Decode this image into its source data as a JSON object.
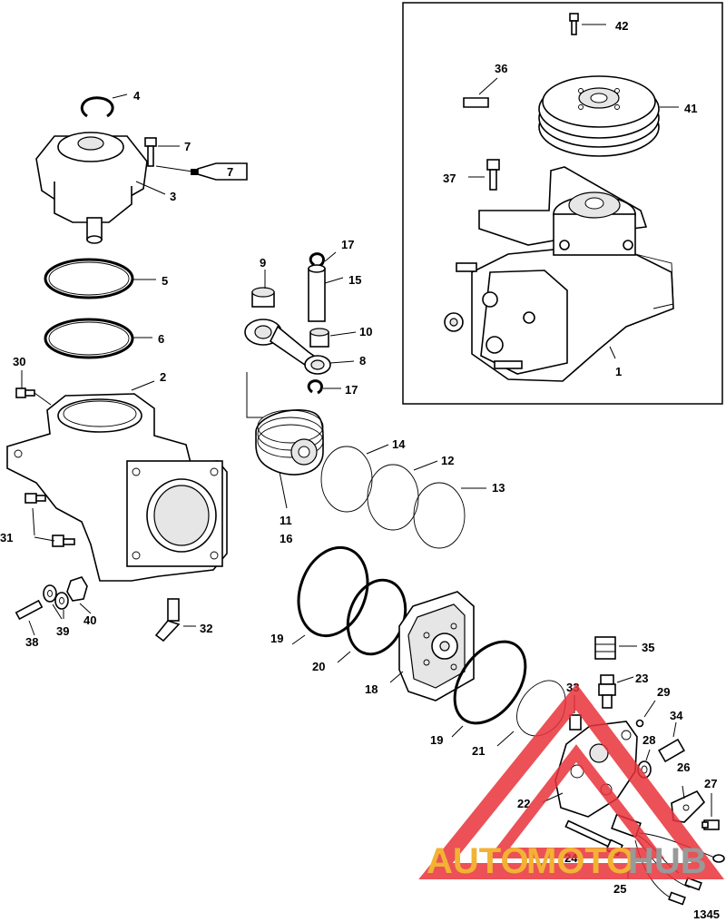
{
  "figure_number": "1345",
  "watermark": {
    "text_a": "AUTO",
    "text_b": "MOTO",
    "text_c": "HUB",
    "color_a": "#f2b233",
    "color_b": "#f2b233",
    "color_c": "#999999",
    "triangle_color": "#e8333a"
  },
  "callouts": {
    "p1": "1",
    "p2": "2",
    "p3": "3",
    "p4": "4",
    "p5": "5",
    "p6": "6",
    "p7": "7",
    "p7b": "7",
    "p8": "8",
    "p9": "9",
    "p10": "10",
    "p11": "11",
    "p12": "12",
    "p13": "13",
    "p14": "14",
    "p15": "15",
    "p16": "16",
    "p17a": "17",
    "p17b": "17",
    "p18": "18",
    "p19a": "19",
    "p19b": "19",
    "p20": "20",
    "p21": "21",
    "p22": "22",
    "p23": "23",
    "p24": "24",
    "p25": "25",
    "p26": "26",
    "p27": "27",
    "p28": "28",
    "p29": "29",
    "p30": "30",
    "p31": "31",
    "p32": "32",
    "p33": "33",
    "p34": "34",
    "p35": "35",
    "p36": "36",
    "p37": "37",
    "p38": "38",
    "p39": "39",
    "p40": "40",
    "p41": "41",
    "p42": "42"
  }
}
